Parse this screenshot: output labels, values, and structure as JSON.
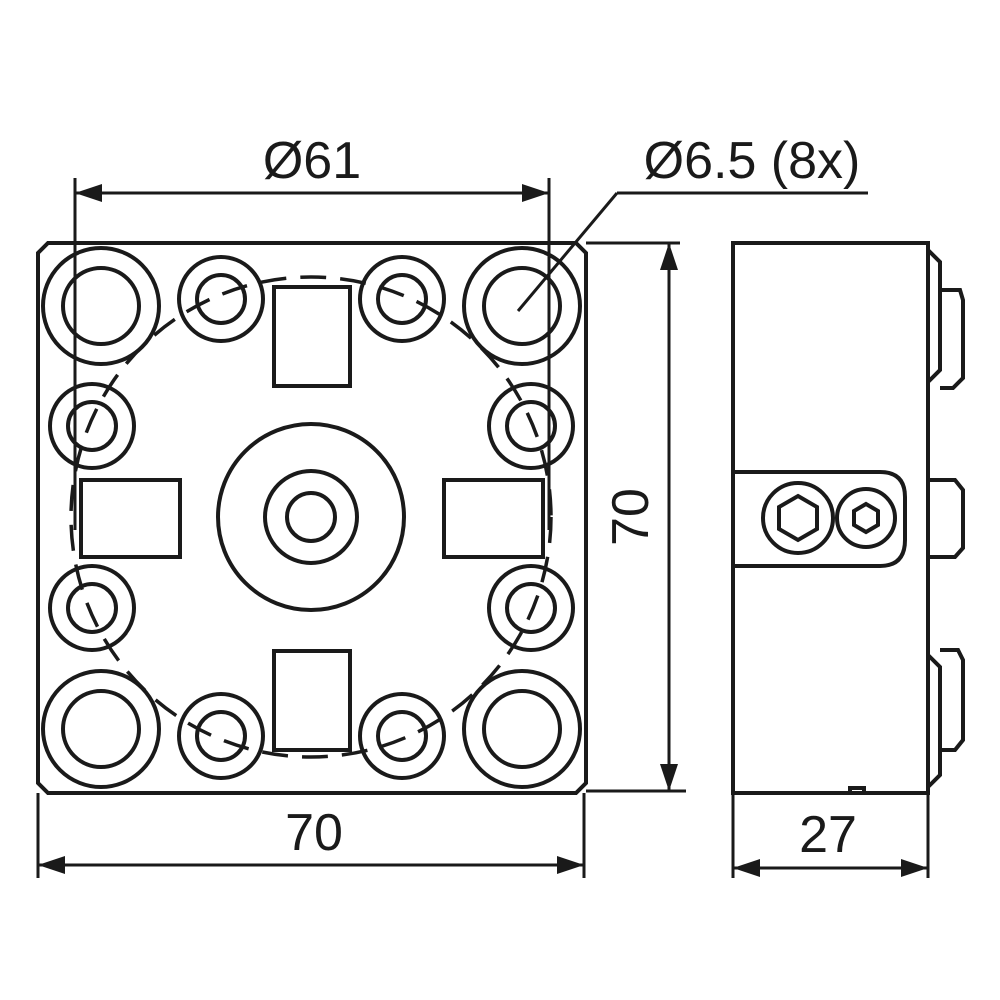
{
  "dimensions": {
    "bolt_circle": "Ø61",
    "hole": "Ø6.5 (8x)",
    "width": "70",
    "height": "70",
    "depth": "27"
  },
  "colors": {
    "line": "#1a1a1a",
    "background": "#ffffff"
  }
}
